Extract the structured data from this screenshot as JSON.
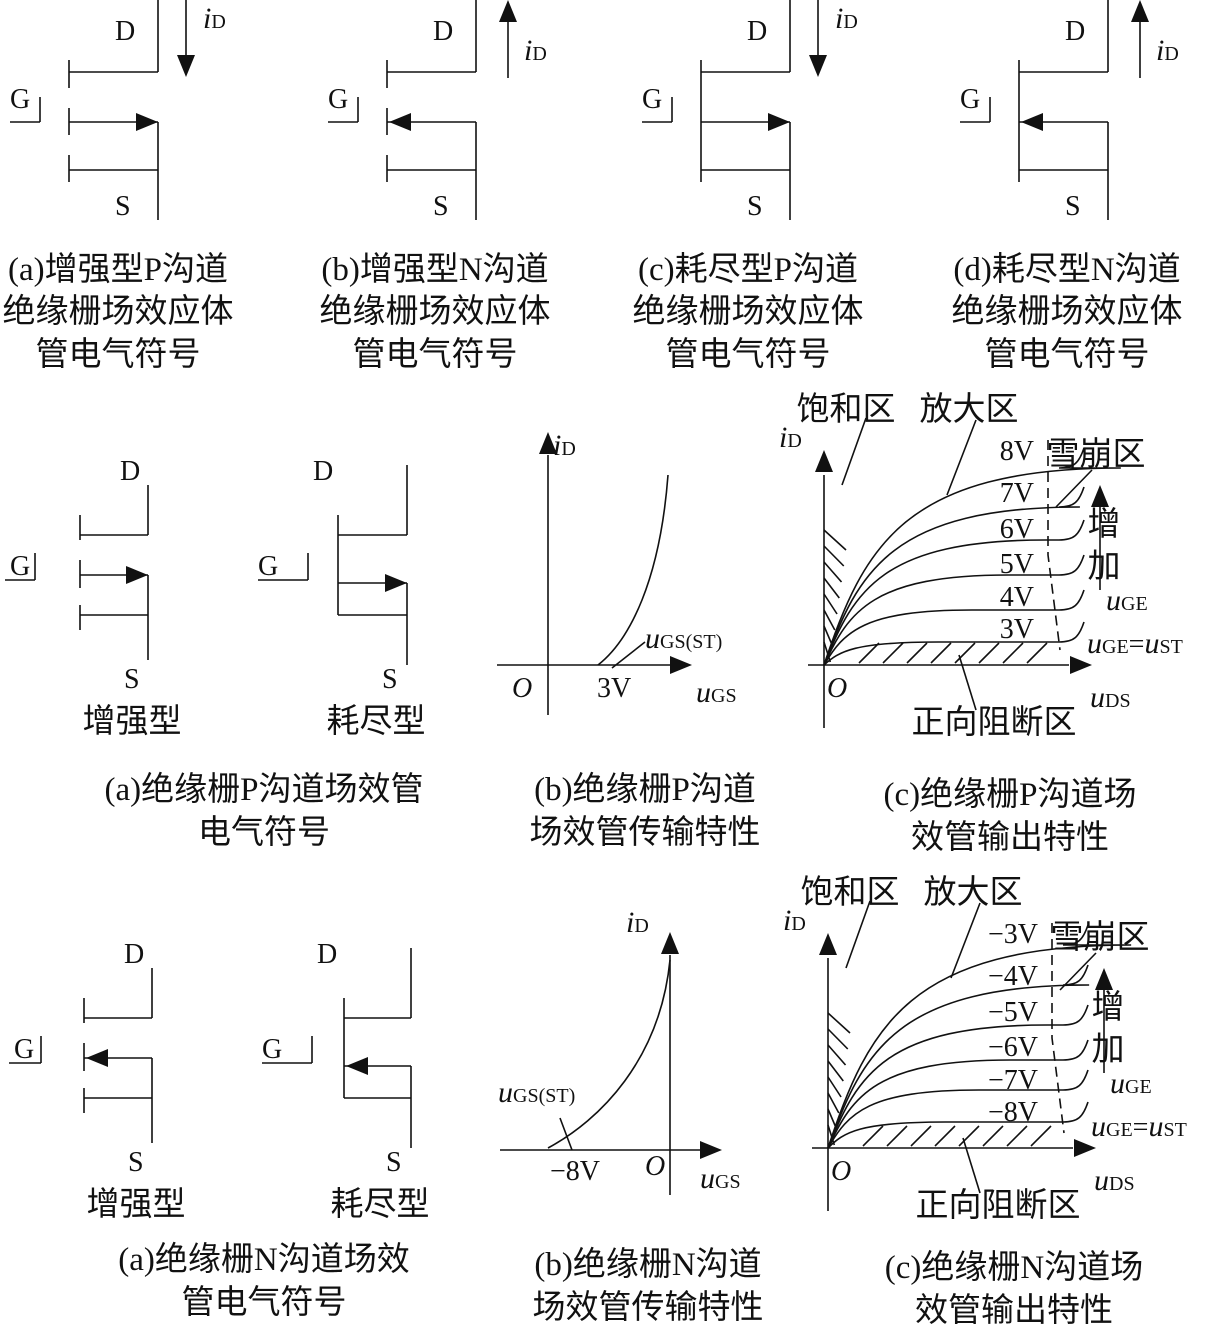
{
  "colors": {
    "ink": "#111111",
    "background": "#ffffff"
  },
  "row1": {
    "symbols": [
      {
        "d": "D",
        "g": "G",
        "s": "S",
        "current": "i",
        "current_sub": "D",
        "caption": [
          "(a)增强型P沟道",
          "绝缘栅场效应体",
          "管电气符号"
        ]
      },
      {
        "d": "D",
        "g": "G",
        "s": "S",
        "current": "i",
        "current_sub": "D",
        "caption": [
          "(b)增强型N沟道",
          "绝缘栅场效应体",
          "管电气符号"
        ]
      },
      {
        "d": "D",
        "g": "G",
        "s": "S",
        "current": "i",
        "current_sub": "D",
        "caption": [
          "(c)耗尽型P沟道",
          "绝缘栅场效应体",
          "管电气符号"
        ]
      },
      {
        "d": "D",
        "g": "G",
        "s": "S",
        "current": "i",
        "current_sub": "D",
        "caption": [
          "(d)耗尽型N沟道",
          "绝缘栅场效应体",
          "管电气符号"
        ]
      }
    ]
  },
  "row2": {
    "symbols": {
      "d": "D",
      "g": "G",
      "s": "S",
      "enh": "增强型",
      "dep": "耗尽型",
      "caption": [
        "(a)绝缘栅P沟道场效管",
        "电气符号"
      ]
    },
    "transfer": {
      "y": "i",
      "y_sub": "D",
      "origin": "O",
      "x": "u",
      "x_sub": "GS",
      "threshold": "3V",
      "th": "u",
      "th_sub": "GS(ST)",
      "caption": [
        "(b)绝缘栅P沟道",
        "场效管传输特性"
      ]
    },
    "output": {
      "y": "i",
      "y_sub": "D",
      "origin": "O",
      "x": "u",
      "x_sub": "DS",
      "levels": [
        "3V",
        "4V",
        "5V",
        "6V",
        "7V",
        "8V"
      ],
      "sat": "饱和区",
      "amp": "放大区",
      "aval": "雪崩区",
      "inc1": "增",
      "inc2": "加",
      "uge": "u",
      "uge_sub": "GE",
      "cond_a": "u",
      "cond_a_sub": "GE",
      "cond_eq": "=",
      "cond_b": "u",
      "cond_b_sub": "ST",
      "cut": "正向阻断区",
      "caption": [
        "(c)绝缘栅P沟道场",
        "效管输出特性"
      ]
    }
  },
  "row3": {
    "symbols": {
      "d": "D",
      "g": "G",
      "s": "S",
      "enh": "增强型",
      "dep": "耗尽型",
      "caption": [
        "(a)绝缘栅N沟道场效",
        "管电气符号"
      ]
    },
    "transfer": {
      "y": "i",
      "y_sub": "D",
      "origin": "O",
      "x": "u",
      "x_sub": "GS",
      "threshold": "−8V",
      "th": "u",
      "th_sub": "GS(ST)",
      "caption": [
        "(b)绝缘栅N沟道",
        "场效管传输特性"
      ]
    },
    "output": {
      "y": "i",
      "y_sub": "D",
      "origin": "O",
      "x": "u",
      "x_sub": "DS",
      "levels": [
        "−8V",
        "−7V",
        "−6V",
        "−5V",
        "−4V",
        "−3V"
      ],
      "sat": "饱和区",
      "amp": "放大区",
      "aval": "雪崩区",
      "inc1": "增",
      "inc2": "加",
      "uge": "u",
      "uge_sub": "GE",
      "cond_a": "u",
      "cond_a_sub": "GE",
      "cond_eq": "=",
      "cond_b": "u",
      "cond_b_sub": "ST",
      "cut": "正向阻断区",
      "caption": [
        "(c)绝缘栅N沟道场",
        "效管输出特性"
      ]
    }
  }
}
